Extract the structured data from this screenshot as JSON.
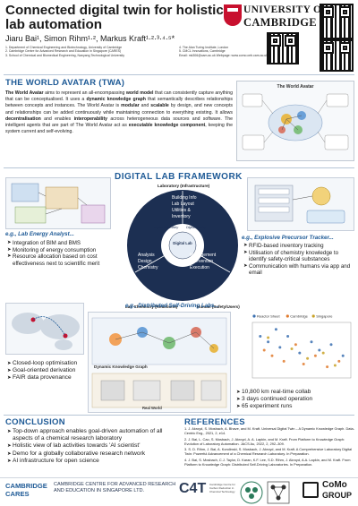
{
  "header": {
    "title": "Connected digital twin for holistic lab automation",
    "authors": "Jiaru Bai¹, Simon Rihm¹·², Markus Kraft¹·²·³·⁴·⁵*",
    "affiliations_left": [
      "1. Department of Chemical Engineering and Biotechnology, University of Cambridge",
      "2. Cambridge Centre for Advanced Research and Education in Singapore (CARES)",
      "3. School of Chemical and Biomedical Engineering, Nanyang Technological University"
    ],
    "affiliations_right": [
      "4. The Alan Turing Institute, London",
      "5. CMCL Innovations, Cambridge",
      "Email: mk306@cam.ac.uk   Webpage: www.como.ceb.cam.ac.uk"
    ],
    "university_line1": "UNIVERSITY OF",
    "university_line2": "CAMBRIDGE"
  },
  "twa": {
    "heading": "THE WORLD AVATAR (TWA)",
    "p_lead": "The World Avatar",
    "p1": " aims to represent an all-encompassing ",
    "p_b1": "world model",
    "p2": " that can consistently capture anything that can be conceptualised. It uses a ",
    "p_b2": "dynamic knowledge graph",
    "p3": " that semantically describes relationships between concepts and instances. The World Avatar is ",
    "p_b3": "modular",
    "p4": " and ",
    "p_b4": "scalable",
    "p5": " by design, and new concepts and relationships can be added continuously while maintaining connection to everything existing. It allows ",
    "p_b5": "decentralisation",
    "p6": " and enables ",
    "p_b6": "interoperability",
    "p7": " across heterogeneous data sources and software. The intelligent agents that are part of The World Avatar act as ",
    "p_b7": "executable knowledge component",
    "p8": ", keeping the system current and self-evolving.",
    "image_title": "The World Avatar"
  },
  "framework": {
    "heading": "DIGITAL LAB FRAMEWORK",
    "top_arc": "Laboratory (Infrastructure)",
    "left_arc": "Lab Chemistry (Reactions)",
    "right_arc": "Human (Safety/Users)",
    "top_items": [
      "Building Info",
      "Lab Layout",
      "Utilities &",
      "Inventory"
    ],
    "left_items": [
      "Analysis",
      "Design",
      "Chemistry"
    ],
    "right_items": [
      "Management",
      "Intervention",
      "Execution"
    ],
    "centre_label": "Digital Lab",
    "inner_left": "Digital Chemistry",
    "inner_right": "Digital Facility"
  },
  "energy": {
    "label": "e.g., Lab Energy Analyst...",
    "bullets": [
      "Integration of BIM and BMS",
      "Monitoring of energy consumption",
      "Resource allocation based on cost effectiveness next to scientific merit"
    ]
  },
  "precursor": {
    "label": "e.g., Explosive Precursor Tracker...",
    "bullets": [
      "RFID-based inventory tracking",
      "Utilisation of chemistry knowledge to identify safety-critical substances",
      "Communication with humans via app and email"
    ]
  },
  "sdl": {
    "label": "e.g., Distributed Self-Driving Labs...",
    "panel_caption": "Dynamic Knowledge Graph",
    "panel_caption2": "Real World",
    "bullets_left": [
      "Closed-loop optimisation",
      "Goal-oriented derivation",
      "FAIR data provenance"
    ],
    "bullets_right": [
      "10,800 km real-time collab",
      "3 days continued operation",
      "65 experiment runs"
    ]
  },
  "chart_data": {
    "type": "scatter",
    "title": "",
    "xlabel": "",
    "ylabel": "",
    "series": [
      {
        "name": "Reactor Sheet",
        "color": "#3a6fb0",
        "points": [
          [
            0.5,
            3.0
          ],
          [
            0.7,
            2.6
          ],
          [
            0.9,
            3.5
          ],
          [
            1.0,
            2.2
          ],
          [
            1.2,
            3.0
          ],
          [
            1.5,
            1.8
          ],
          [
            1.8,
            2.6
          ],
          [
            2.0,
            2.0
          ],
          [
            2.3,
            2.4
          ],
          [
            2.6,
            1.6
          ]
        ]
      },
      {
        "name": "Cambridge",
        "color": "#e07a2d",
        "points": [
          [
            0.6,
            2.0
          ],
          [
            0.8,
            1.6
          ],
          [
            1.1,
            1.2
          ],
          [
            1.4,
            2.4
          ],
          [
            1.6,
            1.0
          ],
          [
            1.9,
            1.6
          ],
          [
            2.2,
            0.8
          ],
          [
            2.5,
            1.2
          ]
        ]
      },
      {
        "name": "Singapore",
        "color": "#c9a227",
        "points": [
          [
            0.7,
            2.9
          ],
          [
            1.3,
            2.1
          ],
          [
            1.7,
            1.4
          ],
          [
            2.1,
            1.8
          ],
          [
            2.4,
            0.9
          ]
        ]
      }
    ],
    "legend": "top"
  },
  "conclusion": {
    "heading": "CONCLUSION",
    "bullets": [
      "Top-down approach enables goal-driven automation of all aspects of a chemical research laboratory",
      "Holistic view of lab activities towards 'AI scientist'",
      "Demo for a globally collaborative research network",
      "AI infrastructure for open science"
    ]
  },
  "references": {
    "heading": "REFERENCES",
    "items": [
      "1.  J. Akroyd, S. Mosbach, A. Bhave, and M. Kraft. Universal Digital Twin – A Dynamic Knowledge Graph. Data-Centric Eng., 2021, 2, e14.",
      "2.  J. Bai, L. Cao, S. Mosbach, J. Akroyd, A. A. Lapkin, and M. Kraft. From Platform to Knowledge Graph: Evolution of Laboratory Automation. JACS Au, 2022, 2, 292–309.",
      "3.  S. D. Rihm, J. Bai, A. Kondinski, S. Mosbach, J. Akroyd, and M. Kraft. A Comprehensive Laboratory Digital Twin: Powerful Advancement of a Chemical Research Laboratory. In Preparation.",
      "4.  J. Bai, S. Mosbach, C.J. Taylor, D. Karan, K.F. Lee, S.D. Rihm, J. Akroyd, A.A. Lapkin, and M. Kraft. From Platform to Knowledge Graph: Distributed Self-Driving Laboratories. In Preparation."
    ]
  },
  "footer": {
    "cares_name": "CAMBRIDGE CARES",
    "cares_full": "CAMBRIDGE CENTRE FOR ADVANCED RESEARCH AND EDUCATION IN SINGAPORE LTD.",
    "c4t": "C4T",
    "c4t_sub": "Cambridge Centre for Carbon Reduction in Chemical Technology",
    "como_line1": "CoMo",
    "como_line2": "GROUP"
  },
  "colors": {
    "accent": "#1e5a96",
    "circle": "#1c2f52",
    "cambridge_red": "#c8102e"
  }
}
